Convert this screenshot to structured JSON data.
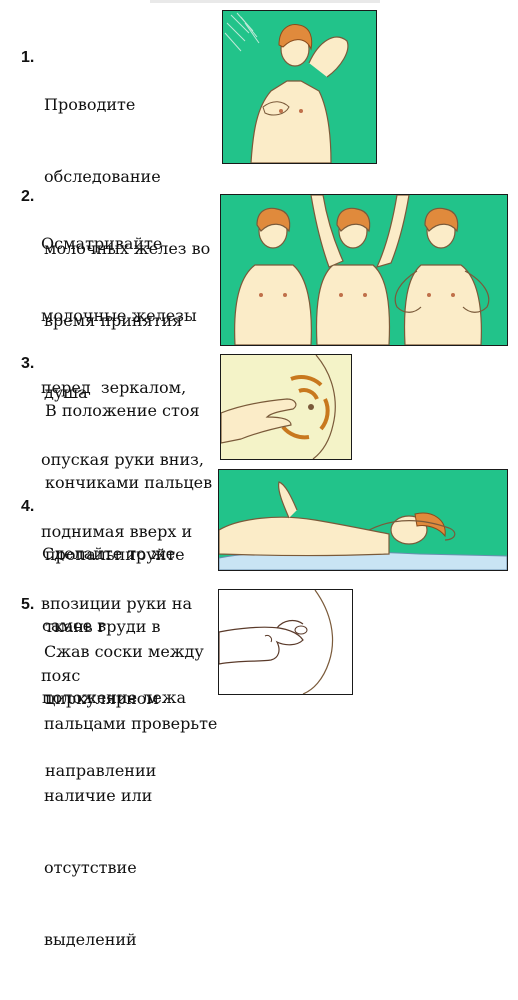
{
  "steps": [
    {
      "number": "1.",
      "lines": [
        "Проводите",
        "обследование",
        "молочных желез во",
        "время принятия",
        "душа"
      ]
    },
    {
      "number": "2.",
      "lines": [
        "Осматривайте",
        "молочные железы",
        "перед  зеркалом,",
        "опуская руки вниз,",
        "поднимая вверх и",
        "впозиции руки на",
        "пояс"
      ]
    },
    {
      "number": "3.",
      "lines": [
        "В положение стоя",
        "кончиками пальцев",
        "пропальпируйте",
        "ткань груди в",
        "циркулярном",
        "направлении"
      ]
    },
    {
      "number": "4.",
      "lines": [
        "Сделайте то же",
        "самое в",
        "положение лежа"
      ]
    },
    {
      "number": "5.",
      "lines": [
        "Сжав соски между",
        "пальцами проверьте",
        "наличие или",
        "отсутствие",
        "выделений"
      ]
    }
  ],
  "illustrations": [
    {
      "name": "shower-exam",
      "background": "#22c38a"
    },
    {
      "name": "mirror-exam",
      "background": "#22c38a"
    },
    {
      "name": "palpation-standing",
      "background": "#f4f3c8"
    },
    {
      "name": "lying-exam",
      "background": "#22c38a"
    },
    {
      "name": "nipple-squeeze",
      "background": "#ffffff"
    }
  ]
}
